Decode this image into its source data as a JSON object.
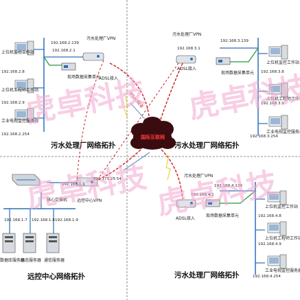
{
  "quadrants": {
    "top_left": {
      "title": "污水处理厂网络拓扑",
      "vpn_label": "污水处理厂VPN",
      "vpn_ip": "192.168.2.139",
      "gateway_ip": "192.168.2.1",
      "adsl_label": "ADSL接入",
      "collector_label": "现场数据采集单元",
      "hosts": [
        {
          "label": "上位机监控工作站",
          "ip": "192.168.2.8"
        },
        {
          "label": "上位机工程师工作站",
          "ip": "192.168.2.9"
        },
        {
          "label": "工业电视监控服务器",
          "ip": "192.168.2.254"
        }
      ]
    },
    "top_right": {
      "title": "污水处理厂网络拓扑",
      "vpn_label": "污水处理厂VPN",
      "vpn_ip": "192.168.3.139",
      "gateway_ip": "192.168.3.1",
      "adsl_label": "ADSL接入",
      "collector_label": "现场数据采集单元",
      "hosts": [
        {
          "label": "上位机监控工作站",
          "ip": "192.168.3.8"
        },
        {
          "label": "上位机工程师工作站",
          "ip": "192.168.3.9"
        },
        {
          "label": "工业电视监控服务器",
          "ip": "192.168.3.254"
        }
      ]
    },
    "bottom_left": {
      "title": "远控中心网络拓扑",
      "vpn_label": "远控中心VPN",
      "gateway_ip": "192.168.1.1",
      "wan_ip": "222.175.25.54",
      "switch_label": "核心交换机",
      "servers": [
        {
          "label": "数据库服务器",
          "ip": "192.168.1.7"
        },
        {
          "label": "组态服务器",
          "ip": "192.168.1.8"
        },
        {
          "label": "通信服务器",
          "ip": "192.168.1.9"
        }
      ]
    },
    "bottom_right": {
      "title": "污水处理厂网络拓扑",
      "vpn_label": "污水处理厂VPN",
      "vpn_ip": "192.168.4.139",
      "gateway_ip": "192.168.4.1",
      "adsl_label": "ADSL接入",
      "collector_label": "现场数据采集单元",
      "hosts": [
        {
          "label": "上位机监控工作站",
          "ip": "192.168.4.8"
        },
        {
          "label": "上位机工程师工作站",
          "ip": "192.168.4.9"
        },
        {
          "label": "工业电视监控服务器",
          "ip": "192.168.4.254"
        }
      ]
    }
  },
  "center": {
    "cloud_label": "国际互联网",
    "tunnel_label": "IPSec隧道"
  },
  "watermark": [
    "虎卓科技",
    "虎卓科技",
    "虎卓科技",
    "虎卓科技"
  ],
  "colors": {
    "link": "#2c6fb8",
    "green_line": "#1f9a3c",
    "tunnel": "#cc1a1a",
    "divider": "#6b6b6b",
    "cloud": "#3a0c10",
    "watermark": "#f2a9d0"
  }
}
